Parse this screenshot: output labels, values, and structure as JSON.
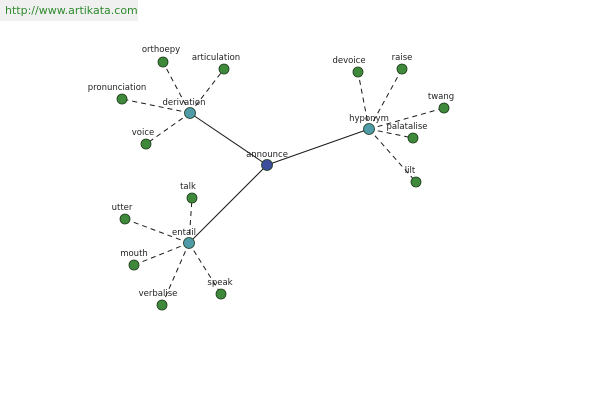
{
  "banner": {
    "url": "http://www.artikata.com"
  },
  "graph": {
    "colors": {
      "center": "#3b4d9c",
      "hub": "#4f9ba8",
      "leaf": "#3f8a3a",
      "edge": "#1a1a1a"
    },
    "nodes": [
      {
        "id": "announce",
        "label": "announce",
        "kind": "center"
      },
      {
        "id": "derivation",
        "label": "derivation",
        "kind": "hub"
      },
      {
        "id": "hyponym",
        "label": "hyponym",
        "kind": "hub"
      },
      {
        "id": "entail",
        "label": "entail",
        "kind": "hub"
      },
      {
        "id": "orthoepy",
        "label": "orthoepy",
        "kind": "leaf"
      },
      {
        "id": "articulation",
        "label": "articulation",
        "kind": "leaf"
      },
      {
        "id": "pronunciation",
        "label": "pronunciation",
        "kind": "leaf"
      },
      {
        "id": "voice",
        "label": "voice",
        "kind": "leaf"
      },
      {
        "id": "devoice",
        "label": "devoice",
        "kind": "leaf"
      },
      {
        "id": "raise",
        "label": "raise",
        "kind": "leaf"
      },
      {
        "id": "twang",
        "label": "twang",
        "kind": "leaf"
      },
      {
        "id": "palatalise",
        "label": "palatalise",
        "kind": "leaf"
      },
      {
        "id": "lilt",
        "label": "lilt",
        "kind": "leaf"
      },
      {
        "id": "talk",
        "label": "talk",
        "kind": "leaf"
      },
      {
        "id": "utter",
        "label": "utter",
        "kind": "leaf"
      },
      {
        "id": "mouth",
        "label": "mouth",
        "kind": "leaf"
      },
      {
        "id": "verbalise",
        "label": "verbalise",
        "kind": "leaf"
      },
      {
        "id": "speak",
        "label": "speak",
        "kind": "leaf"
      }
    ],
    "edges": [
      {
        "from": "announce",
        "to": "derivation",
        "style": "solid"
      },
      {
        "from": "announce",
        "to": "hyponym",
        "style": "solid"
      },
      {
        "from": "announce",
        "to": "entail",
        "style": "solid"
      },
      {
        "from": "derivation",
        "to": "orthoepy",
        "style": "dashed"
      },
      {
        "from": "derivation",
        "to": "articulation",
        "style": "dashed"
      },
      {
        "from": "derivation",
        "to": "pronunciation",
        "style": "dashed"
      },
      {
        "from": "derivation",
        "to": "voice",
        "style": "dashed"
      },
      {
        "from": "hyponym",
        "to": "devoice",
        "style": "dashed"
      },
      {
        "from": "hyponym",
        "to": "raise",
        "style": "dashed"
      },
      {
        "from": "hyponym",
        "to": "twang",
        "style": "dashed"
      },
      {
        "from": "hyponym",
        "to": "palatalise",
        "style": "dashed"
      },
      {
        "from": "hyponym",
        "to": "lilt",
        "style": "dashed"
      },
      {
        "from": "entail",
        "to": "talk",
        "style": "dashed"
      },
      {
        "from": "entail",
        "to": "utter",
        "style": "dashed"
      },
      {
        "from": "entail",
        "to": "mouth",
        "style": "dashed"
      },
      {
        "from": "entail",
        "to": "verbalise",
        "style": "dashed"
      },
      {
        "from": "entail",
        "to": "speak",
        "style": "dashed"
      }
    ]
  }
}
